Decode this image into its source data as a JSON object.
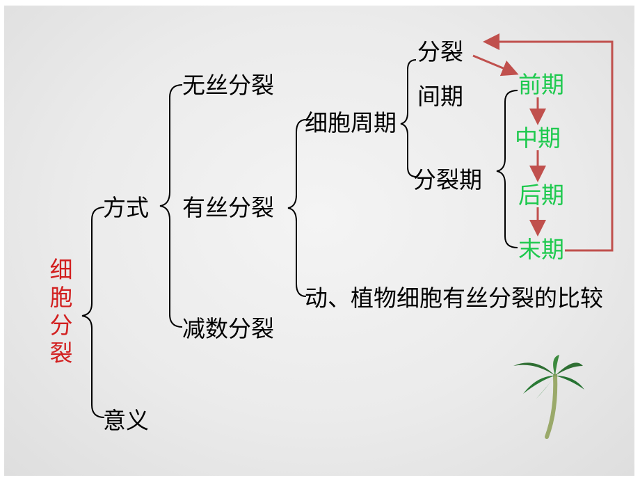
{
  "root": "细胞分裂",
  "level1": {
    "mode": "方式",
    "meaning": "意义"
  },
  "division_types": {
    "amitosis": "无丝分裂",
    "mitosis": "有丝分裂",
    "meiosis": "减数分裂"
  },
  "mitosis_items": {
    "cell_cycle": "细胞周期",
    "comparison": "动、植物细胞有丝分裂的比较"
  },
  "cycle_items": {
    "division": "分裂",
    "interphase": "间期",
    "m_phase": "分裂期"
  },
  "phases": [
    "前期",
    "中期",
    "后期",
    "末期"
  ],
  "colors": {
    "root": "#d21f1f",
    "phases": "#1ec94e",
    "arrows": "#c0504d",
    "brackets": "#000000"
  },
  "decor": {
    "image": "palm-tree"
  }
}
